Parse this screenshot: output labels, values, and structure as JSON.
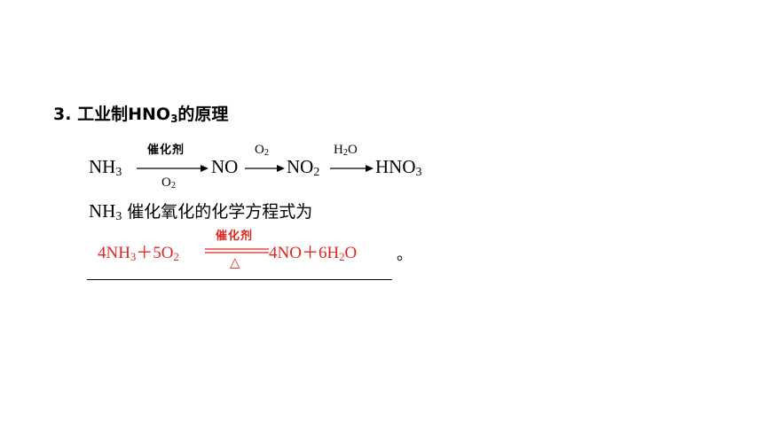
{
  "heading": {
    "number": "3",
    "separator": ".",
    "text_before": "工业制",
    "formula_main": "HNO",
    "formula_sub": "3",
    "text_after": "的原理"
  },
  "chain": {
    "start": {
      "main": "NH",
      "sub": "3"
    },
    "step1": {
      "above": "催化剂",
      "below": {
        "main": "O",
        "sub": "2"
      },
      "product": "NO"
    },
    "step2": {
      "above": {
        "main": "O",
        "sub": "2"
      },
      "product": {
        "main": "NO",
        "sub": "2"
      }
    },
    "step3": {
      "above": {
        "main": "H",
        "sub": "2",
        "tail": "O"
      },
      "product": {
        "main": "HNO",
        "sub": "3"
      }
    }
  },
  "prompt": {
    "formula_main": "NH",
    "formula_sub": "3",
    "text": "催化氧化的化学方程式为"
  },
  "answer": {
    "left": {
      "coef1": "4",
      "r1_main": "NH",
      "r1_sub": "3",
      "plus": "＋",
      "coef2": "5",
      "r2_main": "O",
      "r2_sub": "2"
    },
    "condition_above": "催化剂",
    "condition_below": "△",
    "right": {
      "coef1": "4",
      "p1": "NO",
      "plus": "＋",
      "coef2": "6",
      "p2_main": "H",
      "p2_sub": "2",
      "p2_tail": "O"
    },
    "color": "#e2261d"
  },
  "period": "。"
}
